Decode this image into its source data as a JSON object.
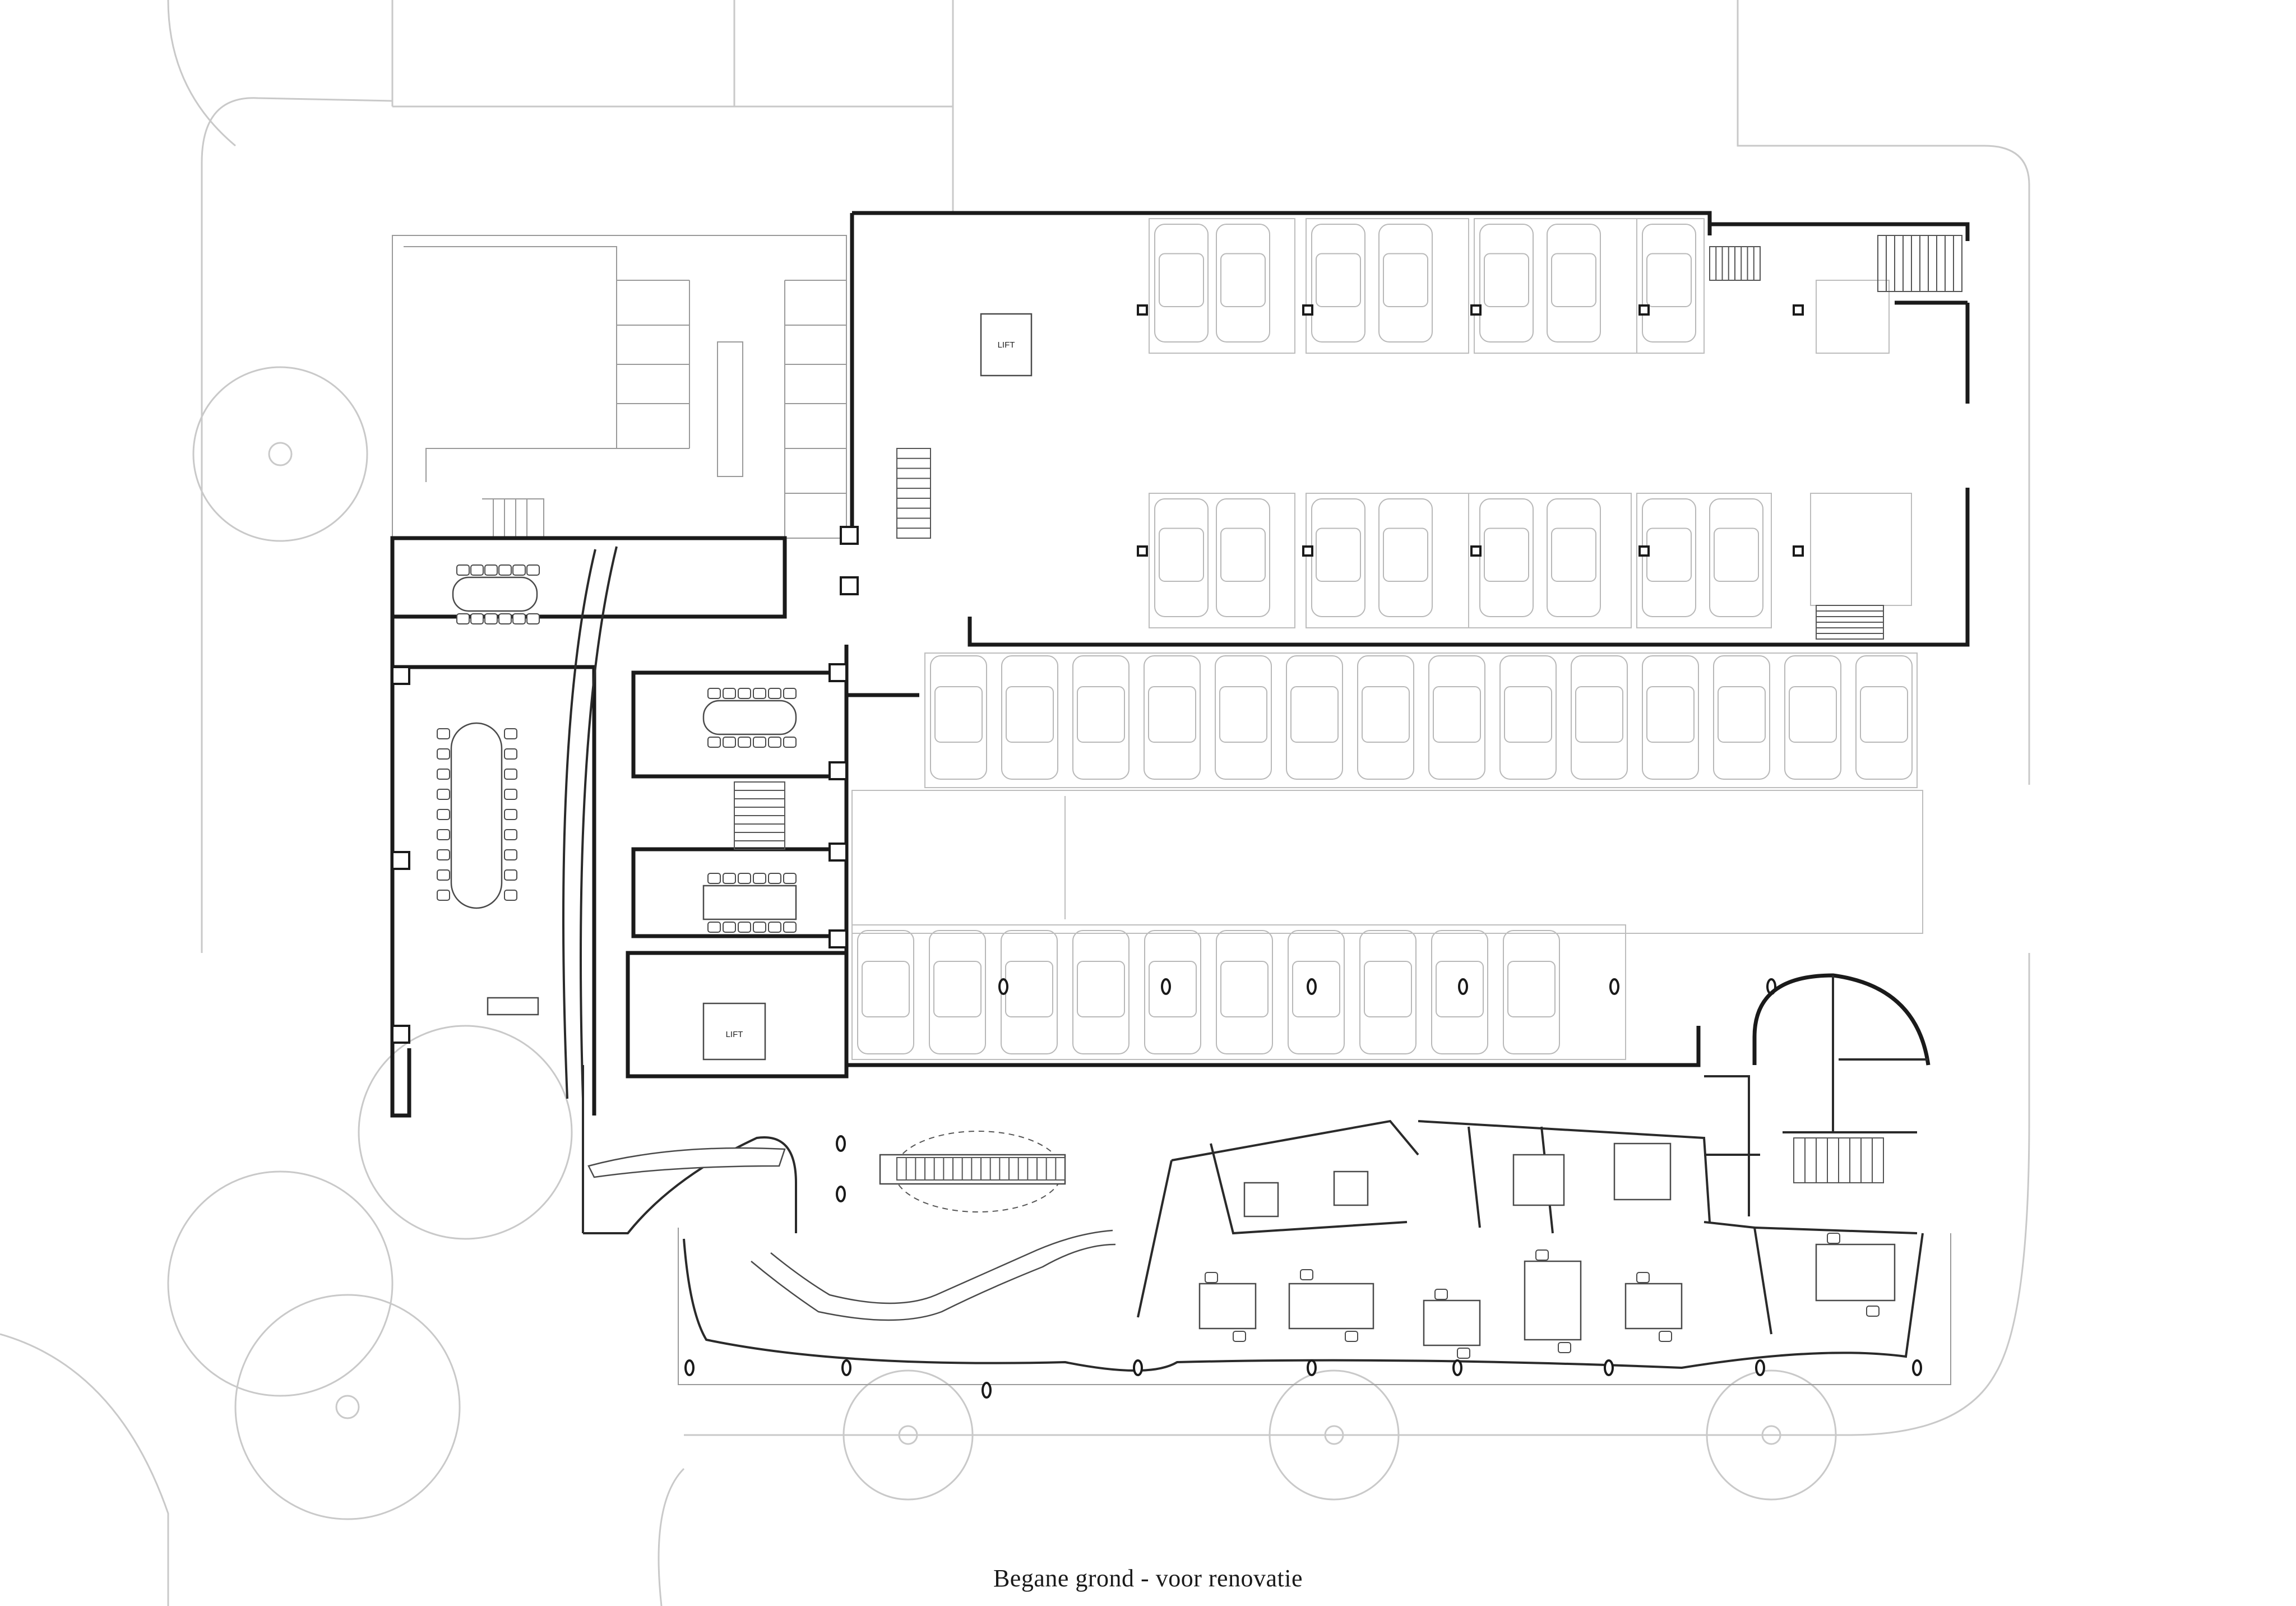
{
  "caption": "Begane grond - voor renovatie",
  "labels": {
    "lift_top": "LIFT",
    "lift_bottom": "LIFT"
  }
}
